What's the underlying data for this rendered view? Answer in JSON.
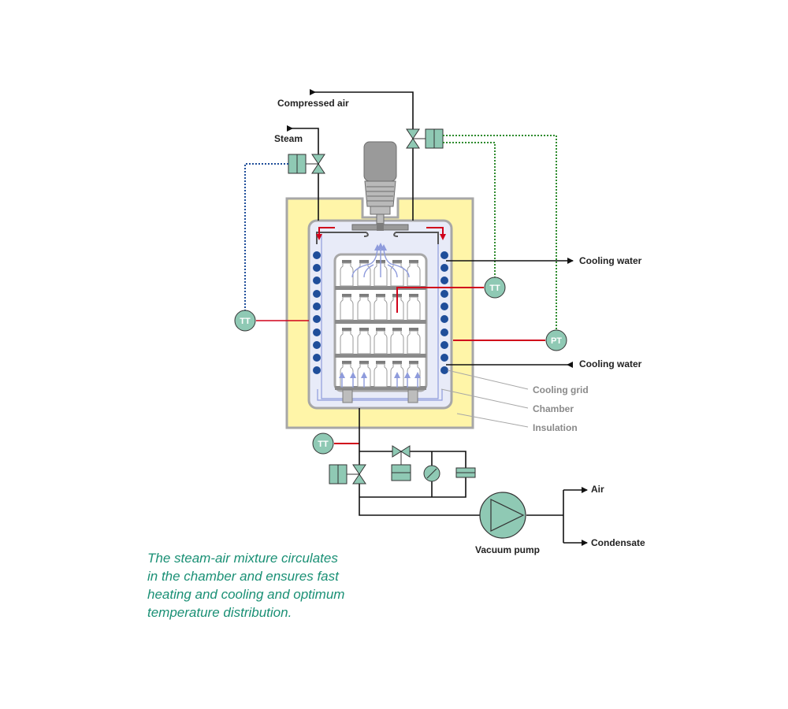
{
  "labels": {
    "compressed_air": "Compressed air",
    "steam": "Steam",
    "cooling_water_out": "Cooling water",
    "cooling_water_in": "Cooling water",
    "cooling_grid": "Cooling grid",
    "chamber": "Chamber",
    "insulation": "Insulation",
    "vacuum_pump": "Vacuum pump",
    "air": "Air",
    "condensate": "Condensate"
  },
  "instruments": {
    "tt_left": "TT",
    "tt_right": "TT",
    "pt": "PT",
    "tt_bottom": "TT"
  },
  "caption": [
    "The steam-air mixture circulates",
    "in the chamber and ensures fast",
    "heating and cooling and optimum",
    "temperature distribution."
  ],
  "colors": {
    "insulation": "#fff5a8",
    "equipment": "#8fc9b4",
    "cooling_dots": "#1f4e9a",
    "temperature_line": "#d0021b",
    "steam_signal": "#1f4e9a",
    "air_signal": "#2e8b2e",
    "flow_arrows": "#8e9bdc",
    "caption": "#1a9075"
  }
}
